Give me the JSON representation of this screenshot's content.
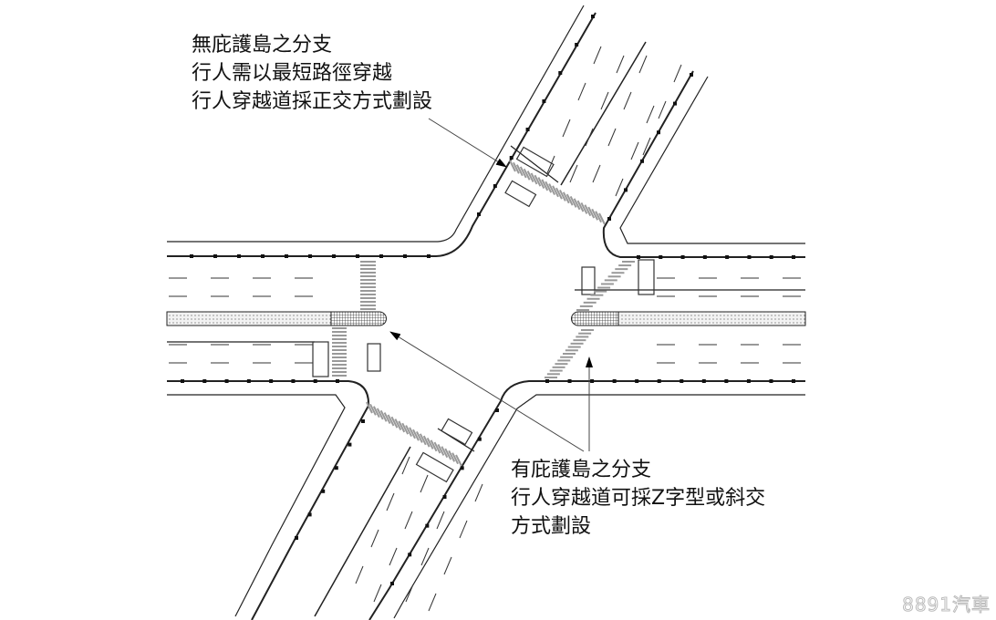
{
  "annotations": {
    "top": {
      "lines": [
        "無庇護島之分支",
        "行人需以最短路徑穿越",
        "行人穿越道採正交方式劃設"
      ]
    },
    "bottom": {
      "lines": [
        "有庇護島之分支",
        "行人穿越道可採Z字型或斜交",
        "方式劃設"
      ]
    }
  },
  "watermark": "8891汽車",
  "colors": {
    "line": "#222222",
    "median_fill": "#e6e6e6",
    "background": "#ffffff"
  }
}
